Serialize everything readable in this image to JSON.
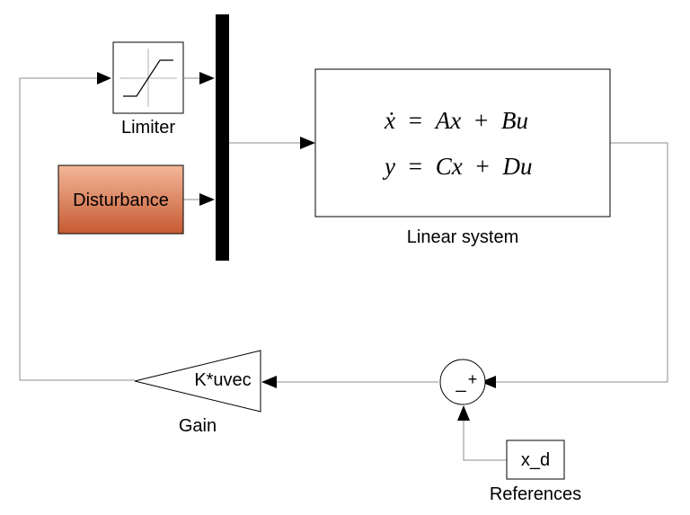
{
  "diagram": {
    "limiter": {
      "label": "Limiter"
    },
    "disturbance": {
      "label": "Disturbance",
      "fill_top": "#f3b79a",
      "fill_bottom": "#c65a32"
    },
    "linear_system": {
      "label": "Linear system",
      "eq1": {
        "lhs": "ẋ",
        "rhs_a": "A",
        "rhs_x": "x",
        "rhs_b": "B",
        "rhs_u": "u"
      },
      "eq2": {
        "lhs": "y",
        "rhs_c": "C",
        "rhs_x": "x",
        "rhs_d": "D",
        "rhs_u": "u"
      }
    },
    "sum": {
      "minus": "_",
      "plus": "+"
    },
    "gain": {
      "value": "K*uvec",
      "label": "Gain"
    },
    "references": {
      "value": "x_d",
      "label": "References"
    },
    "colors": {
      "line": "#8c8c8c",
      "block_border": "#000000",
      "mux": "#000000"
    }
  }
}
